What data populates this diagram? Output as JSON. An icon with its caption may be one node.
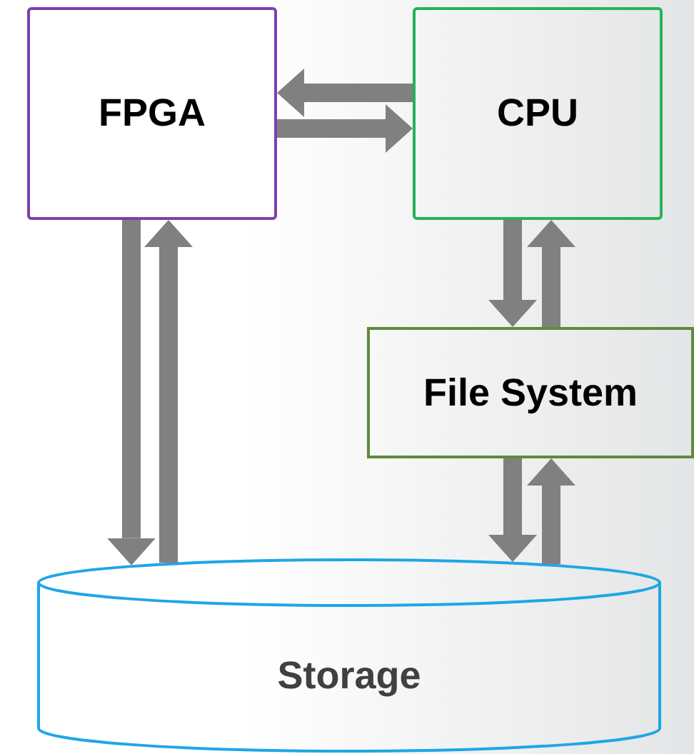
{
  "diagram": {
    "nodes": [
      {
        "text": [
          "FPGA"
        ]
      },
      {
        "text": [
          "CPU"
        ]
      },
      {
        "text": [
          "File System"
        ]
      },
      {
        "text": [
          "Storage"
        ]
      }
    ],
    "edges": [
      {
        "from": 1,
        "to": 0,
        "arrow": "to"
      },
      {
        "from": 0,
        "to": 1,
        "arrow": "to"
      },
      {
        "from": 0,
        "to": 3,
        "arrow": "to"
      },
      {
        "from": 3,
        "to": 0,
        "arrow": "to"
      },
      {
        "from": 1,
        "to": 2,
        "arrow": "to"
      },
      {
        "from": 2,
        "to": 1,
        "arrow": "to"
      },
      {
        "from": 2,
        "to": 3,
        "arrow": "to"
      },
      {
        "from": 3,
        "to": 2,
        "arrow": "to"
      }
    ]
  }
}
